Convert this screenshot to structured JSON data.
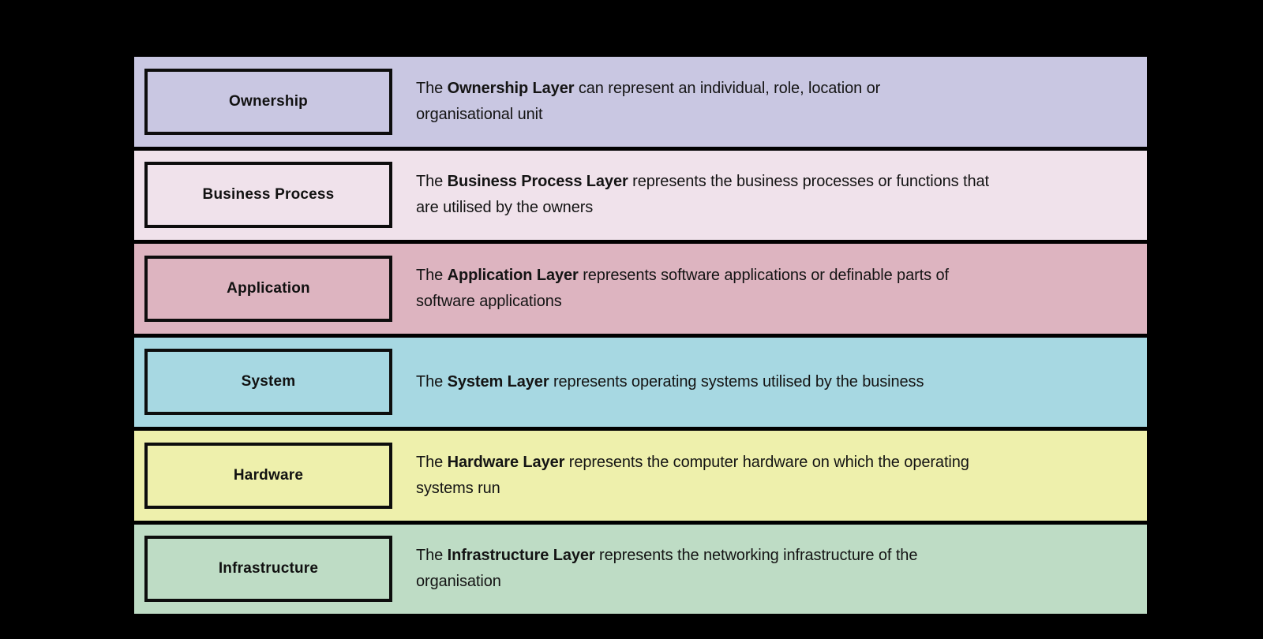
{
  "page": {
    "background": "#000000"
  },
  "diagram": {
    "name": "architecture-layers-diagram",
    "box_border_color": "#0d0d0d",
    "text_color": "#141414",
    "rows": [
      {
        "label": "Ownership",
        "color": "#c9c7e2",
        "line1_pre": "The ",
        "line1_bold": "Ownership Layer",
        "line1_rest": " can represent an individual, role, location or",
        "line2": "organisational unit"
      },
      {
        "label": "Business Process",
        "color": "#f0e2eb",
        "line1_pre": "The ",
        "line1_bold": "Business Process Layer",
        "line1_rest": " represents the business processes or functions that",
        "line2": "are utilised by the owners"
      },
      {
        "label": "Application",
        "color": "#ddb4c0",
        "line1_pre": "The ",
        "line1_bold": "Application Layer",
        "line1_rest": " represents software applications or definable parts of",
        "line2": "software applications"
      },
      {
        "label": "System",
        "color": "#a7d8e2",
        "line1_pre": "The ",
        "line1_bold": "System Layer",
        "line1_rest": " represents operating systems utilised by the business",
        "line2": ""
      },
      {
        "label": "Hardware",
        "color": "#eef0ac",
        "line1_pre": "The ",
        "line1_bold": "Hardware Layer",
        "line1_rest": " represents the computer hardware on which the operating",
        "line2": "systems run"
      },
      {
        "label": "Infrastructure",
        "color": "#bedcc5",
        "line1_pre": "The ",
        "line1_bold": "Infrastructure Layer",
        "line1_rest": " represents the networking infrastructure of the",
        "line2": "organisation"
      }
    ]
  }
}
